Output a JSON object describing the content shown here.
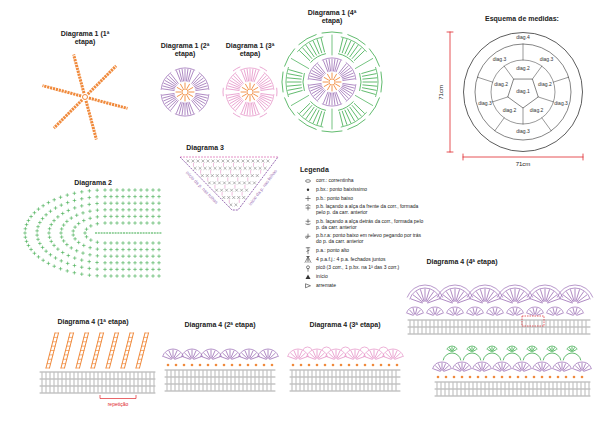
{
  "diagram": {
    "nodes": [
      {
        "text": [
          "diag.4"
        ]
      },
      {
        "text": [
          "diag.1"
        ],
        "in": 0
      },
      {
        "text": [
          "diag.2"
        ],
        "in": 0
      },
      {
        "text": [
          "diag.2"
        ],
        "in": 0
      },
      {
        "text": [
          "diag.2"
        ],
        "in": 0
      },
      {
        "text": [
          "diag.2"
        ],
        "in": 0
      },
      {
        "text": [
          "diag.2"
        ],
        "in": 0
      },
      {
        "text": [
          "diag.3"
        ],
        "in": 0
      },
      {
        "text": [
          "diag.3"
        ],
        "in": 0
      },
      {
        "text": [
          "diag.3"
        ],
        "in": 0
      },
      {
        "text": [
          "diag.3"
        ],
        "in": 0
      },
      {
        "text": [
          "diag.3"
        ],
        "in": 0
      }
    ],
    "labels": [
      "Diagrama 1 (1ª etapa)",
      "Diagrama 1 (2ª etapa)",
      "Diagrama 1 (3ª etapa)",
      "Diagrama 1 (4ª etapa)",
      "Esquema de medidas:",
      "71cm",
      "71cm",
      "Diagrama 3",
      "início da p. nas folhas",
      "início da p. nas folhas",
      "Diagrama 2",
      "Legenda",
      "Diagrama 4 (4ª etapa)",
      "Diagrama 4 (1ª etapa)",
      "repetição",
      "Diagrama 4 (2ª etapa)",
      "Diagrama 4 (3ª etapa)"
    ],
    "legend": [
      {
        "text": "corr.: correntinha"
      },
      {
        "text": "p.bx.: ponto baixíssimo"
      },
      {
        "text": "p.b.: ponto baixo"
      },
      {
        "text": "p.b. laçando a alça da frente da corr., formada pelo p. da carr. anterior"
      },
      {
        "text": "p.b. laçando a alça detrás da corr., formada pelo p. da carr. anterior"
      },
      {
        "text": "p.b.r.a: ponto baixo em relevo pegando por trás do p. da carr. anterior"
      },
      {
        "text": "p.a.: ponto alto"
      },
      {
        "text": "4 p.a.f.j.: 4 p.a. fechados juntos"
      },
      {
        "text": "picô (3 corr., 1 p.bx. na 1ª das 3 corr.)"
      },
      {
        "text": "início"
      },
      {
        "text": "arremate"
      }
    ]
  }
}
